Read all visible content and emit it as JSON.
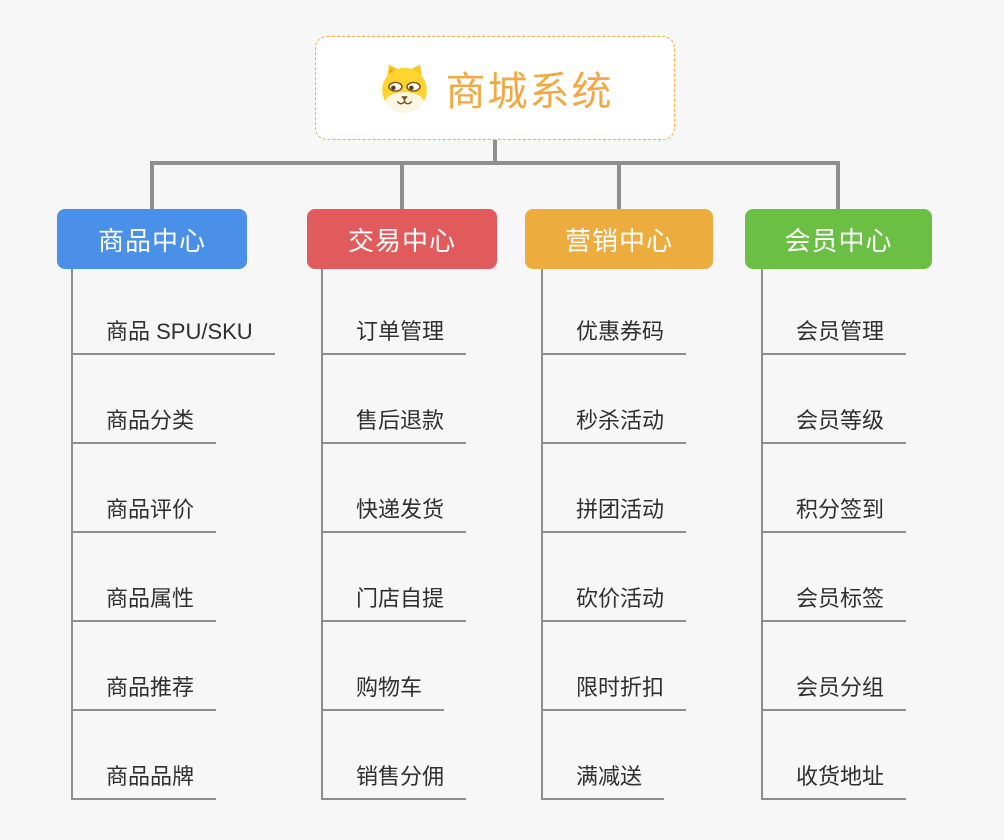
{
  "page": {
    "background_color": "#f7f7f7",
    "connector_color": "#8f8f8f"
  },
  "root": {
    "title": "商城系统",
    "icon": "dog-face-icon",
    "text_color": "#f0a943",
    "border_color": "#f5ae3d"
  },
  "branches": [
    {
      "label": "商品中心",
      "color": "#4b90e8",
      "items": [
        "商品 SPU/SKU",
        "商品分类",
        "商品评价",
        "商品属性",
        "商品推荐",
        "商品品牌"
      ]
    },
    {
      "label": "交易中心",
      "color": "#e25b5c",
      "items": [
        "订单管理",
        "售后退款",
        "快递发货",
        "门店自提",
        "购物车",
        "销售分佣"
      ]
    },
    {
      "label": "营销中心",
      "color": "#ecac3e",
      "items": [
        "优惠券码",
        "秒杀活动",
        "拼团活动",
        "砍价活动",
        "限时折扣",
        "满减送"
      ]
    },
    {
      "label": "会员中心",
      "color": "#6cbf45",
      "items": [
        "会员管理",
        "会员等级",
        "积分签到",
        "会员标签",
        "会员分组",
        "收货地址"
      ]
    }
  ]
}
